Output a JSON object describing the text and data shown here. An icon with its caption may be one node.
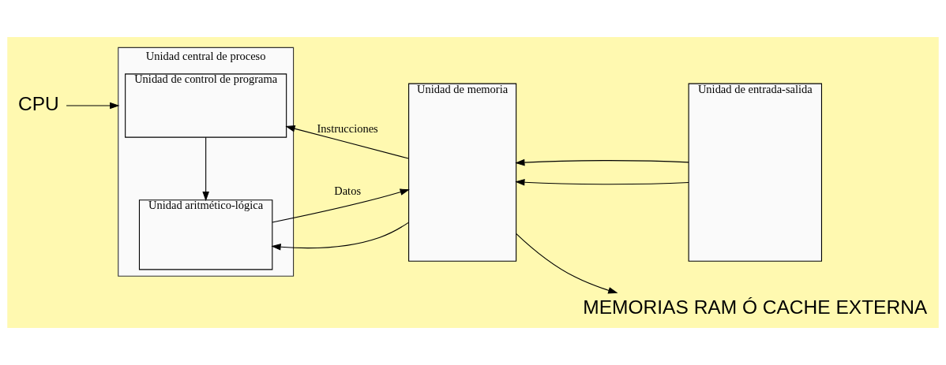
{
  "diagram": {
    "nodes": [
      {
        "text": [
          "CPU"
        ]
      },
      {
        "text": [
          "Unidad central de proceso"
        ]
      },
      {
        "text": [
          "Unidad de control de programa"
        ],
        "in": 1
      },
      {
        "text": [
          "Unidad aritmético-lógica"
        ],
        "in": 1
      },
      {
        "text": [
          "Unidad de memoria"
        ]
      },
      {
        "text": [
          "Unidad de entrada-salida"
        ]
      },
      {
        "text": [
          "MEMORIAS RAM Ó CACHE EXTERNA"
        ]
      }
    ],
    "edges": [
      {
        "from": 0,
        "to": 1,
        "arrow": "to"
      },
      {
        "from": 4,
        "to": 2,
        "arrow": "to",
        "label": "Instrucciones"
      },
      {
        "from": 2,
        "to": 3,
        "arrow": "to"
      },
      {
        "from": 4,
        "to": 3,
        "arrow": "to"
      },
      {
        "from": 3,
        "to": 4,
        "arrow": "to",
        "label": "Datos"
      },
      {
        "from": 5,
        "to": 4,
        "arrow": "to"
      },
      {
        "from": 5,
        "to": 4,
        "arrow": "to"
      },
      {
        "from": 4,
        "to": 6,
        "arrow": "to"
      }
    ]
  }
}
